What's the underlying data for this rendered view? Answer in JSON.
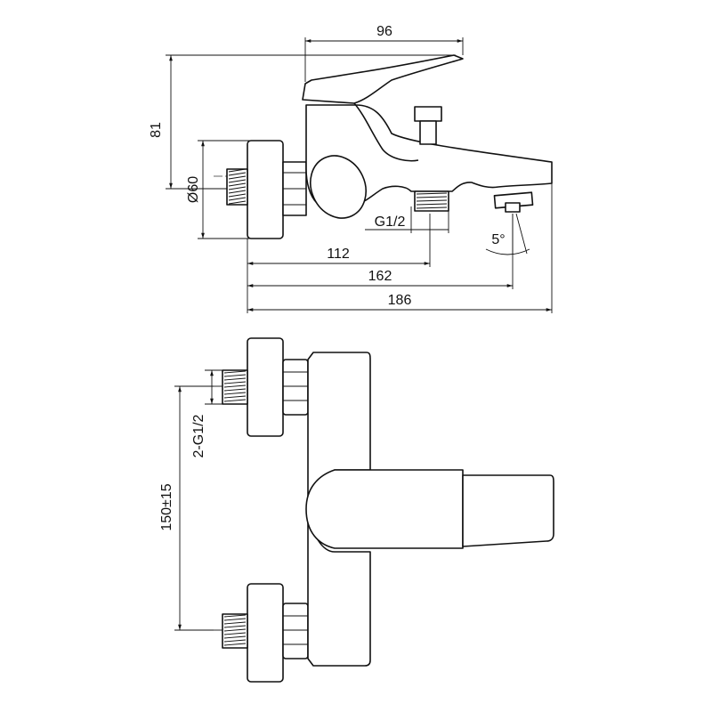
{
  "drawing": {
    "top_view": {
      "dim_width_96": "96",
      "dim_height_81": "81",
      "dim_diameter": "Ø60",
      "dim_thread": "G1/2",
      "dim_angle": "5°",
      "dim_112": "112",
      "dim_162": "162",
      "dim_186": "186"
    },
    "bottom_view": {
      "dim_thread": "2-G1/2",
      "dim_spacing": "150±15"
    }
  }
}
